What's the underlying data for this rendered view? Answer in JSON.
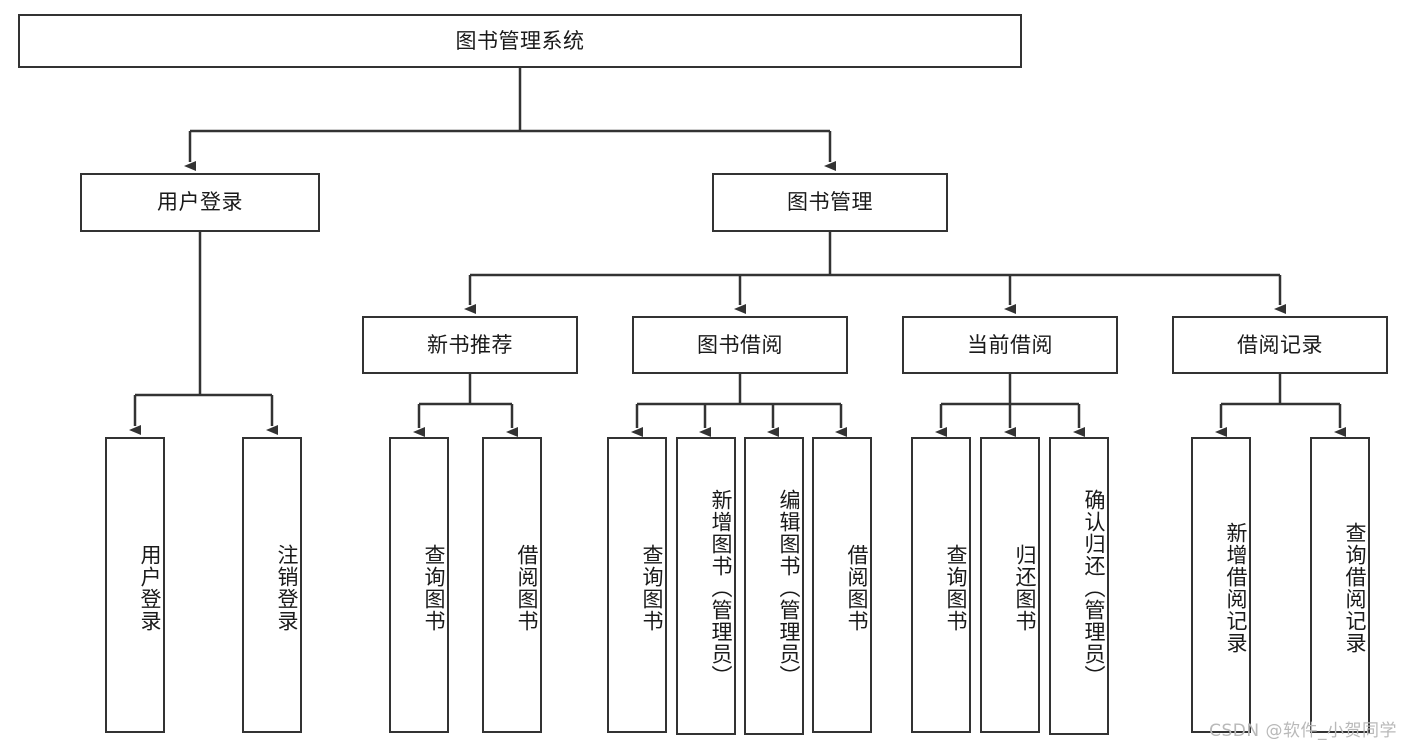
{
  "diagram": {
    "type": "tree",
    "title": "图书管理系统",
    "watermark": "CSDN @软件_小贺同学",
    "colors": {
      "stroke": "#333333",
      "fill": "#ffffff",
      "text": "#1a1a1a",
      "watermark": "#b9b9b9"
    },
    "nodes": {
      "root": {
        "label": "图书管理系统"
      },
      "level2": [
        {
          "id": "user-login",
          "label": "用户登录"
        },
        {
          "id": "book-manage",
          "label": "图书管理"
        }
      ],
      "level3": [
        {
          "id": "new-book-rec",
          "label": "新书推荐"
        },
        {
          "id": "book-borrow",
          "label": "图书借阅"
        },
        {
          "id": "current-borrow",
          "label": "当前借阅"
        },
        {
          "id": "borrow-record",
          "label": "借阅记录"
        }
      ],
      "leaves": [
        {
          "id": "leaf-user-login",
          "label": "用户登录",
          "parent": "user-login"
        },
        {
          "id": "leaf-user-logout",
          "label": "注销登录",
          "parent": "user-login"
        },
        {
          "id": "leaf-query-book-1",
          "label": "查询图书",
          "parent": "new-book-rec"
        },
        {
          "id": "leaf-borrow-book-1",
          "label": "借阅图书",
          "parent": "new-book-rec"
        },
        {
          "id": "leaf-query-book-2",
          "label": "查询图书",
          "parent": "book-borrow"
        },
        {
          "id": "leaf-add-book",
          "label": "新增图书（管理员）",
          "parent": "book-borrow"
        },
        {
          "id": "leaf-edit-book",
          "label": "编辑图书（管理员）",
          "parent": "book-borrow"
        },
        {
          "id": "leaf-borrow-book-2",
          "label": "借阅图书",
          "parent": "book-borrow"
        },
        {
          "id": "leaf-query-book-3",
          "label": "查询图书",
          "parent": "current-borrow"
        },
        {
          "id": "leaf-return-book",
          "label": "归还图书",
          "parent": "current-borrow"
        },
        {
          "id": "leaf-confirm-return",
          "label": "确认归还（管理员）",
          "parent": "current-borrow"
        },
        {
          "id": "leaf-add-record",
          "label": "新增借阅记录",
          "parent": "borrow-record"
        },
        {
          "id": "leaf-query-record",
          "label": "查询借阅记录",
          "parent": "borrow-record"
        }
      ]
    }
  }
}
